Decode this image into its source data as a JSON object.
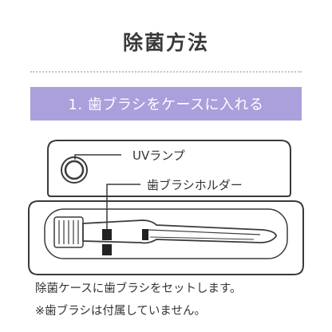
{
  "title": "除菌方法",
  "step": {
    "label": "1. 歯ブラシをケースに入れる"
  },
  "callouts": {
    "uv_lamp": "UVランプ",
    "brush_holder": "歯ブラシホルダー"
  },
  "captions": {
    "main": "除菌ケースに歯ブラシをセットします。",
    "note": "※歯ブラシは付属していません。"
  },
  "colors": {
    "accent": "#ab9fdc",
    "outline": "#3a3a3a",
    "divider": "#c4c4c4"
  }
}
